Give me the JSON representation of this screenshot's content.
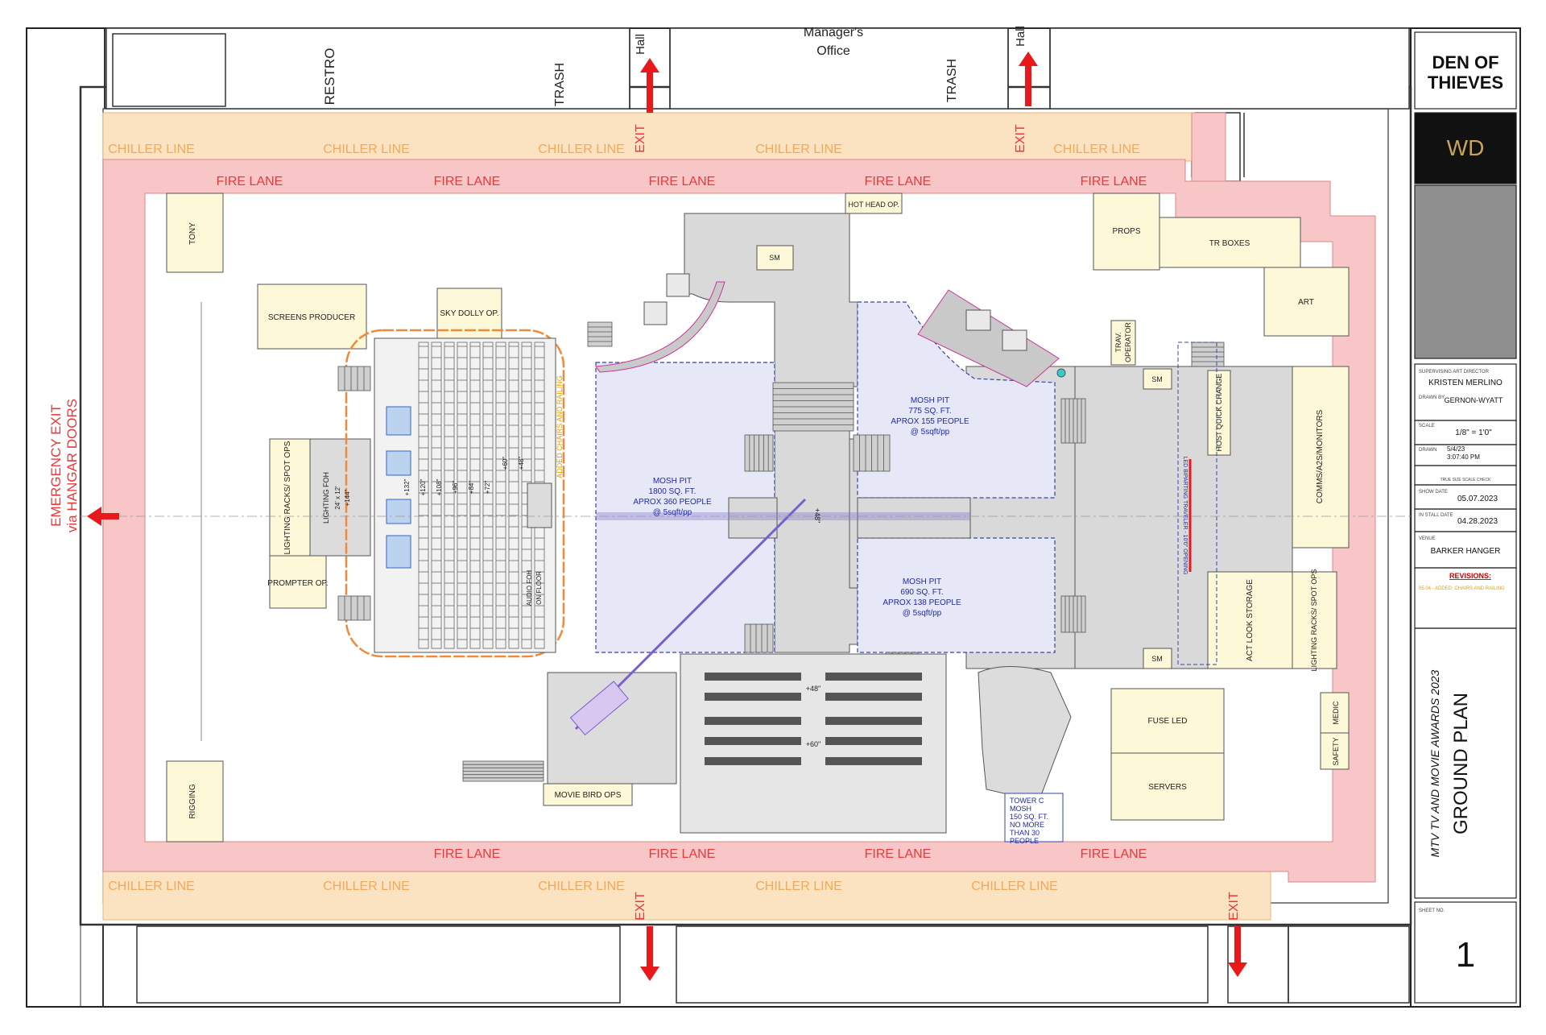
{
  "labels": {
    "restroom": "RESTRO",
    "trash": "TRASH",
    "hall": "Hall",
    "manager_line1": "Manager's",
    "manager_line2": "Office",
    "exit": "EXIT",
    "chiller_line": "CHILLER LINE",
    "fire_lane": "FIRE LANE",
    "emergency_line1": "EMERGENCY EXIT",
    "emergency_line2": "via HANGAR DOORS",
    "tony": "TONY",
    "rigging": "RIGGING",
    "screens_producer": "SCREENS PRODUCER",
    "sky_dolly": "SKY DOLLY OP.",
    "lighting_racks_left": "LIGHTING RACKS/ SPOT OPS",
    "lighting_foh": "LIGHTING FOH",
    "lighting_foh_dims": "24' x 12'",
    "lighting_foh_height": "+144\"",
    "prompter": "PROMPTER OP.",
    "audio_foh_line1": "AUDIO FOH",
    "audio_foh_line2": "ON FLOOR",
    "added_chairs": "ADDED CHAIRS AND RAILING",
    "riser_heights": [
      "+132\"",
      "+120\"",
      "+108\"",
      "+96\"",
      "+84\"",
      "+72\"",
      "+60\"",
      "+48\""
    ],
    "hot_head": "HOT HEAD OP.",
    "sm": "SM",
    "mosh_left": [
      "MOSH PIT",
      "1800 SQ. FT.",
      "APROX 360 PEOPLE",
      "@ 5sqft/pp"
    ],
    "mosh_top": [
      "MOSH PIT",
      "775 SQ. FT.",
      "APROX 155 PEOPLE",
      "@ 5sqft/pp"
    ],
    "mosh_bottom": [
      "MOSH PIT",
      "690 SQ. FT.",
      "APROX 138 PEOPLE",
      "@ 5sqft/pp"
    ],
    "seating_48": "+48\"",
    "seating_60": "+60\"",
    "stage_48": "+48\"",
    "movie_bird": "MOVIE BIRD OPS",
    "tower_c": [
      "TOWER C",
      "MOSH",
      "150 SQ. FT.",
      "NO MORE",
      "THAN 30",
      "PEOPLE"
    ],
    "props": "PROPS",
    "tr_boxes": "TR BOXES",
    "art": "ART",
    "trav_operator_line1": "TRAV.",
    "trav_operator_line2": "OPERATOR",
    "host_quick_change": "HOST QUICK CHANGE",
    "comms": "COMMS/A2S/MONITORS",
    "act_look": "ACT LOOK STORAGE",
    "lighting_racks_right": "LIGHTING RACKS/ SPOT OPS",
    "fuse_led": "FUSE LED",
    "servers": "SERVERS",
    "medic": "MEDIC",
    "safety": "SAFETY",
    "led_traveler": "LED BIPARTING TRAVELER - 10'0\" OPENING"
  },
  "title_block": {
    "logo_line1": "DEN OF",
    "logo_line2": "THIEVES",
    "wd_logo": "WD",
    "sup_art_director_label": "SUPERVISING ART DIRECTOR",
    "sup_art_director": "KRISTEN MERLINO",
    "drawn_by_label": "DRAWN BY",
    "drawn_by": "GERNON-WYATT",
    "scale_label": "SCALE",
    "scale": "1/8\" = 1'0\"",
    "drawn_label": "DRAWN",
    "drawn_date": "5/4/23",
    "drawn_time": "3:07:40 PM",
    "scale_check": "TRUE SIZE SCALE CHECK",
    "show_date_label": "SHOW DATE",
    "show_date": "05.07.2023",
    "install_date_label": "IN STALL DATE",
    "install_date": "04.28.2023",
    "venue_label": "VENUE",
    "venue": "BARKER HANGER",
    "revisions_label": "REVISIONS:",
    "revision_entry": "05.04 - ADDED: CHAIRS AND RAILING",
    "project_title": "MTV TV AND MOVIE AWARDS 2023",
    "sheet_title": "GROUND PLAN",
    "sheet_no_label": "SHEET NO.",
    "sheet_no": "1"
  },
  "colors": {
    "fire_lane": "#f8c6c6",
    "chiller_line": "#fbe3c1",
    "mosh_pit": "#e6e8f8",
    "zone": "#fcf8d8",
    "stage": "#d9d9d9",
    "exit_arrow": "#e8181b",
    "revision_cloud": "#f08a3a",
    "text_red": "#e8393c",
    "text_orange": "#f3a85a",
    "text_blue": "#1f2aa0",
    "gray_panel": "#8f8f8f"
  }
}
